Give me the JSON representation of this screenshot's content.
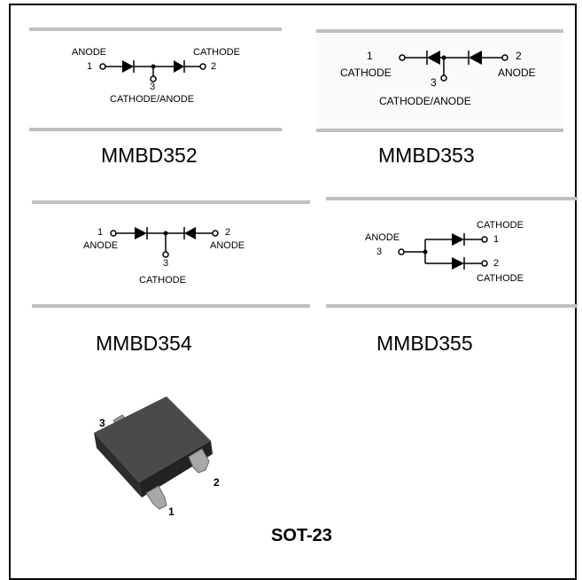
{
  "panels": [
    {
      "part": "MMBD352",
      "labels": {
        "left_top": "ANODE",
        "left_pin": "1",
        "right_top": "CATHODE",
        "right_pin": "2",
        "mid_pin": "3",
        "bottom": "CATHODE/ANODE"
      }
    },
    {
      "part": "MMBD353",
      "labels": {
        "left_pin": "1",
        "left_name": "CATHODE",
        "mid_pin": "3",
        "right_pin": "2",
        "right_name": "ANODE",
        "bottom": "CATHODE/ANODE"
      }
    },
    {
      "part": "MMBD354",
      "labels": {
        "left_pin": "1",
        "left_name": "ANODE",
        "mid_pin": "3",
        "right_pin": "2",
        "right_name": "ANODE",
        "bottom": "CATHODE"
      }
    },
    {
      "part": "MMBD355",
      "labels": {
        "left_name": "ANODE",
        "left_pin": "3",
        "top_name": "CATHODE",
        "top_pin": "1",
        "bottom_pin": "2",
        "bottom_name": "CATHODE"
      }
    }
  ],
  "package": {
    "name": "SOT-23",
    "pin1": "1",
    "pin2": "2",
    "pin3": "3"
  },
  "colors": {
    "rule": "#c0c0c0",
    "panel_bg": "#fafafa",
    "body": "#3a3a3a",
    "lead": "#9a9a9a"
  }
}
